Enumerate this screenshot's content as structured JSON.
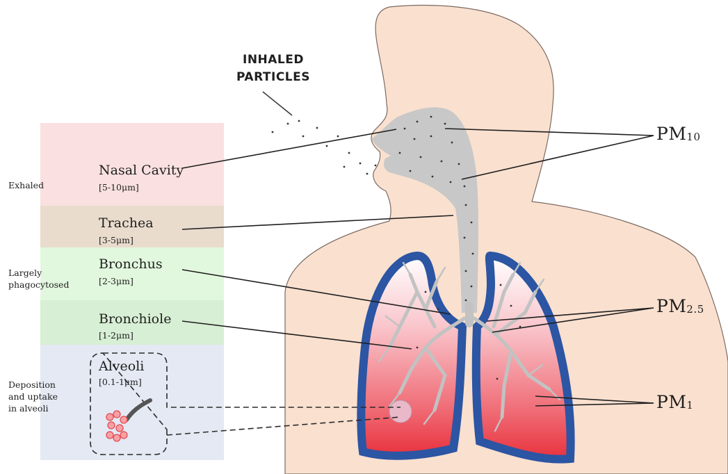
{
  "header": {
    "line1": "INHALED",
    "line2": "PARTICLES"
  },
  "regions": [
    {
      "title": "Nasal Cavity",
      "size": "[5-10μm]"
    },
    {
      "title": "Trachea",
      "size": "[3-5μm]"
    },
    {
      "title": "Bronchus",
      "size": "[2-3μm]"
    },
    {
      "title": "Bronchiole",
      "size": "[1-2μm]"
    },
    {
      "title": "Alveoli",
      "size": "[0.1-1μm]"
    }
  ],
  "fate": {
    "exhaled": "Exhaled",
    "phagocytosed_line1": "Largely",
    "phagocytosed_line2": "phagocytosed",
    "deposition_line1": "Deposition",
    "deposition_line2": "and uptake",
    "deposition_line3": "in alveoli"
  },
  "pm": {
    "pm10": {
      "base": "PM",
      "sub": "10"
    },
    "pm25": {
      "base": "PM",
      "sub": "2.5"
    },
    "pm1": {
      "base": "PM",
      "sub": "1"
    }
  },
  "colors": {
    "nasal_band": "#fae0e0",
    "trachea_band": "#e9dccd",
    "bronchus_band": "#e2f8de",
    "bronchiole_band": "#d7efd4",
    "alveoli_band": "#e4e9f3",
    "skin": "#fae0cf",
    "airway": "#c8c8c8",
    "lung_red": "#ee3a44",
    "pleura_blue": "#2c55a3"
  }
}
